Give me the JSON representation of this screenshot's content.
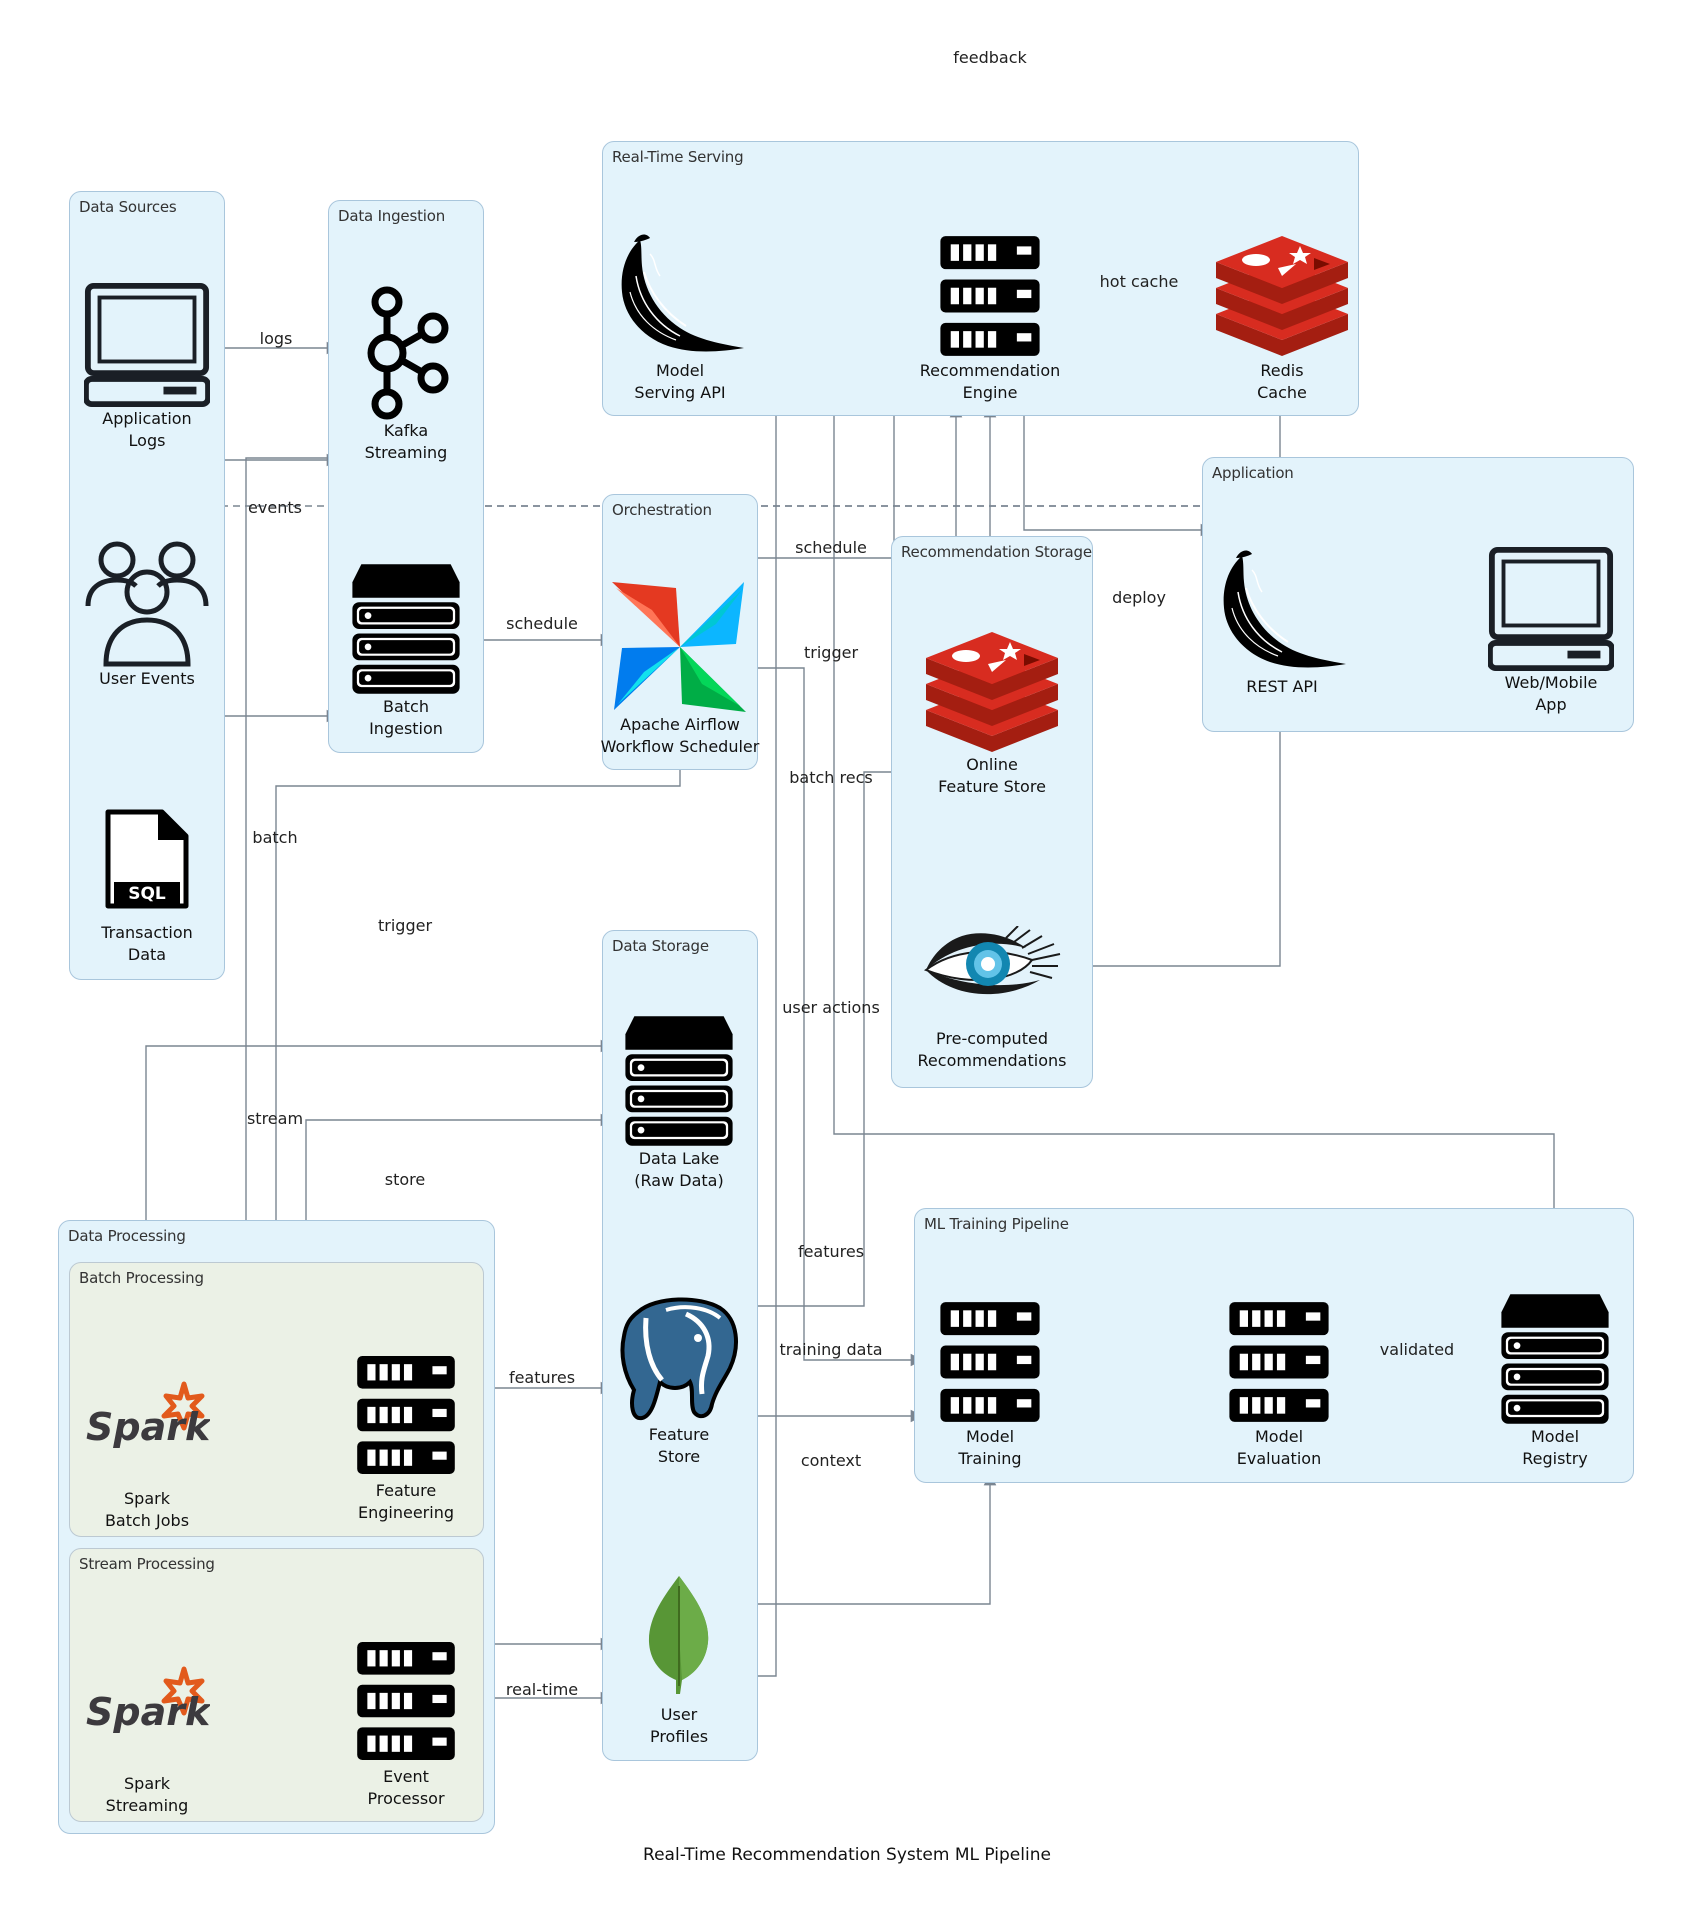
{
  "title": "Real-Time Recommendation System ML Pipeline",
  "clusters": {
    "data_sources": "Data Sources",
    "data_ingestion": "Data Ingestion",
    "real_time_serving": "Real-Time Serving",
    "orchestration": "Orchestration",
    "recommendation_storage": "Recommendation Storage",
    "application": "Application",
    "data_storage": "Data Storage",
    "data_processing": "Data Processing",
    "batch_processing": "Batch Processing",
    "stream_processing": "Stream Processing",
    "ml_training_pipeline": "ML Training Pipeline"
  },
  "nodes": {
    "app_logs": {
      "label": "Application\nLogs",
      "icon": "laptop-icon"
    },
    "user_events": {
      "label": "User Events",
      "icon": "users-icon"
    },
    "transaction_data": {
      "label": "Transaction\nData",
      "icon": "sql-file-icon",
      "icon_text": "SQL"
    },
    "kafka": {
      "label": "Kafka\nStreaming",
      "icon": "kafka-icon"
    },
    "batch_ingestion": {
      "label": "Batch\nIngestion",
      "icon": "database-stack-icon"
    },
    "model_serving_api": {
      "label": "Model\nServing API",
      "icon": "flask-horn-icon"
    },
    "rec_engine": {
      "label": "Recommendation\nEngine",
      "icon": "server-icon"
    },
    "redis_cache": {
      "label": "Redis\nCache",
      "icon": "redis-icon"
    },
    "airflow": {
      "label": "Apache Airflow\nWorkflow Scheduler",
      "icon": "airflow-pinwheel-icon"
    },
    "online_feature_store": {
      "label": "Online\nFeature Store",
      "icon": "redis-icon"
    },
    "precomputed_recs": {
      "label": "Pre-computed\nRecommendations",
      "icon": "cassandra-eye-icon"
    },
    "rest_api": {
      "label": "REST API",
      "icon": "flask-horn-icon"
    },
    "web_mobile_app": {
      "label": "Web/Mobile\nApp",
      "icon": "laptop-icon"
    },
    "data_lake": {
      "label": "Data Lake\n(Raw Data)",
      "icon": "database-stack-icon"
    },
    "feature_store": {
      "label": "Feature\nStore",
      "icon": "postgresql-elephant-icon"
    },
    "user_profiles": {
      "label": "User\nProfiles",
      "icon": "mongodb-leaf-icon"
    },
    "spark_batch": {
      "label": "Spark\nBatch Jobs",
      "icon": "spark-logo-icon",
      "icon_text": "Spark"
    },
    "feature_engineering": {
      "label": "Feature\nEngineering",
      "icon": "server-icon"
    },
    "spark_streaming": {
      "label": "Spark\nStreaming",
      "icon": "spark-logo-icon",
      "icon_text": "Spark"
    },
    "event_processor": {
      "label": "Event\nProcessor",
      "icon": "server-icon"
    },
    "model_training": {
      "label": "Model\nTraining",
      "icon": "server-icon"
    },
    "model_evaluation": {
      "label": "Model\nEvaluation",
      "icon": "server-icon"
    },
    "model_registry": {
      "label": "Model\nRegistry",
      "icon": "database-stack-icon"
    }
  },
  "edge_labels": {
    "feedback": "feedback",
    "logs": "logs",
    "events": "events",
    "schedule_batch": "schedule",
    "schedule_airflow": "schedule",
    "trigger_airflow": "trigger",
    "hot_cache": "hot cache",
    "deploy": "deploy",
    "batch_recs": "batch recs",
    "batch": "batch",
    "trigger_left": "trigger",
    "user_actions": "user actions",
    "stream": "stream",
    "store": "store",
    "features_ml": "features",
    "features_proc": "features",
    "training_data": "training data",
    "context": "context",
    "validated": "validated",
    "real_time": "real-time"
  },
  "colors": {
    "cluster_fill": "#e3f3fb",
    "cluster_border": "#a9c6dc",
    "inner_cluster_fill": "#ebf1e6",
    "edge": "#7a8591",
    "redis": "#d82c20",
    "spark_orange": "#e25a1c",
    "postgres": "#336791",
    "mongodb": "#589636",
    "airflow_red": "#e43921",
    "airflow_blue": "#0cb6ff",
    "airflow_green": "#00c7d4"
  }
}
